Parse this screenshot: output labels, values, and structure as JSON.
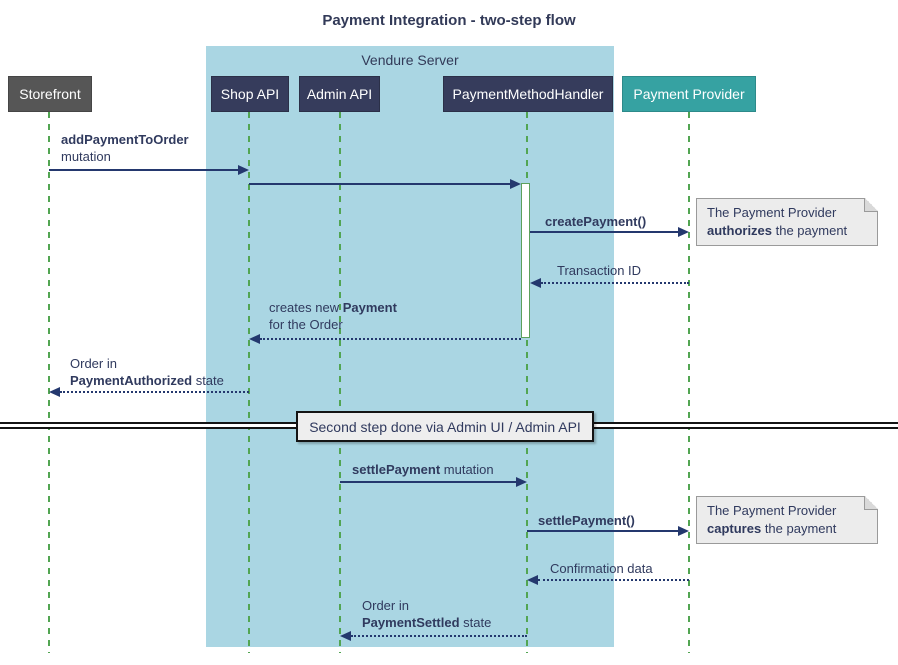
{
  "title": "Payment Integration - two-step flow",
  "frame": {
    "label": "Vendure Server"
  },
  "participants": {
    "storefront": "Storefront",
    "shop_api": "Shop API",
    "admin_api": "Admin API",
    "payment_method_handler": "PaymentMethodHandler",
    "payment_provider": "Payment Provider"
  },
  "messages": {
    "add_payment": {
      "bold": "addPaymentToOrder",
      "line2": "mutation"
    },
    "create_payment": {
      "bold": "createPayment()"
    },
    "transaction_id": {
      "text": "Transaction ID"
    },
    "creates_payment": {
      "pre": "creates new ",
      "bold": "Payment",
      "line2": "for the Order"
    },
    "order_authorized": {
      "line1": "Order in",
      "bold": "PaymentAuthorized",
      "post": " state"
    },
    "settle_payment_mutation": {
      "bold": "settlePayment",
      "post": " mutation"
    },
    "settle_payment_call": {
      "bold": "settlePayment()"
    },
    "confirmation_data": {
      "text": "Confirmation data"
    },
    "order_settled": {
      "line1": "Order in",
      "bold": "PaymentSettled",
      "post": " state"
    }
  },
  "notes": {
    "authorize": {
      "line1": "The Payment Provider",
      "bold": "authorizes",
      "post": " the payment"
    },
    "capture": {
      "line1": "The Payment Provider",
      "bold": "captures",
      "post": " the payment"
    }
  },
  "divider": {
    "label": "Second step done via Admin UI / Admin API"
  },
  "colors": {
    "frame_fill": "#aad6e3",
    "participant_navy": "#363c5c",
    "participant_gray": "#565656",
    "participant_teal": "#36a2a2",
    "arrow_and_text": "#24386e",
    "lifeline_green": "#52a552",
    "note_fill": "#ececec",
    "divider_fill": "#eeeeee"
  }
}
